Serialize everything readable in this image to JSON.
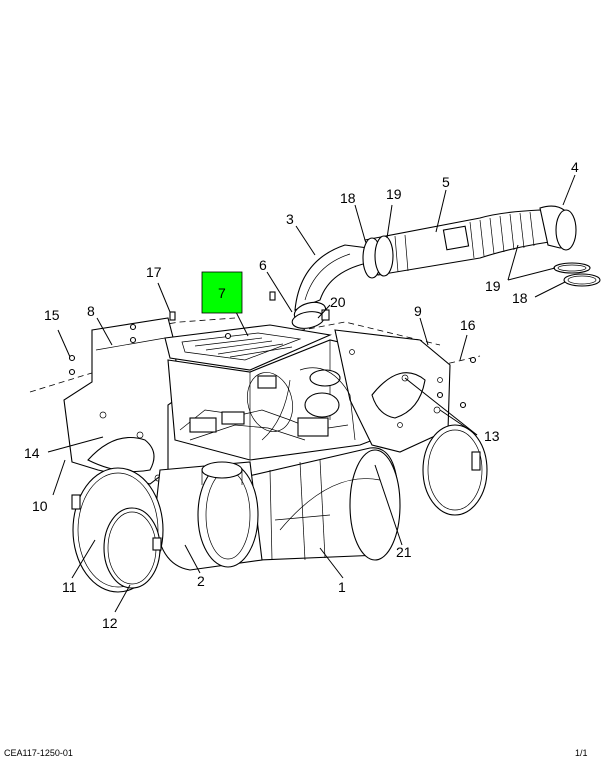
{
  "diagram": {
    "callouts": [
      {
        "id": "c1",
        "label": "1"
      },
      {
        "id": "c2",
        "label": "2"
      },
      {
        "id": "c3",
        "label": "3"
      },
      {
        "id": "c4",
        "label": "4"
      },
      {
        "id": "c5",
        "label": "5"
      },
      {
        "id": "c6",
        "label": "6"
      },
      {
        "id": "c7",
        "label": "7",
        "highlight": true
      },
      {
        "id": "c8",
        "label": "8"
      },
      {
        "id": "c9",
        "label": "9"
      },
      {
        "id": "c10",
        "label": "10"
      },
      {
        "id": "c11",
        "label": "11"
      },
      {
        "id": "c12",
        "label": "12"
      },
      {
        "id": "c13",
        "label": "13"
      },
      {
        "id": "c14",
        "label": "14"
      },
      {
        "id": "c15",
        "label": "15"
      },
      {
        "id": "c16",
        "label": "16"
      },
      {
        "id": "c17",
        "label": "17"
      },
      {
        "id": "c18a",
        "label": "18"
      },
      {
        "id": "c18b",
        "label": "18"
      },
      {
        "id": "c19a",
        "label": "19"
      },
      {
        "id": "c19b",
        "label": "19"
      },
      {
        "id": "c20",
        "label": "20"
      },
      {
        "id": "c21",
        "label": "21"
      }
    ],
    "highlight_color": "#00ff00"
  },
  "footer": {
    "reference": "CEA117-1250-01",
    "page": "1/1"
  }
}
